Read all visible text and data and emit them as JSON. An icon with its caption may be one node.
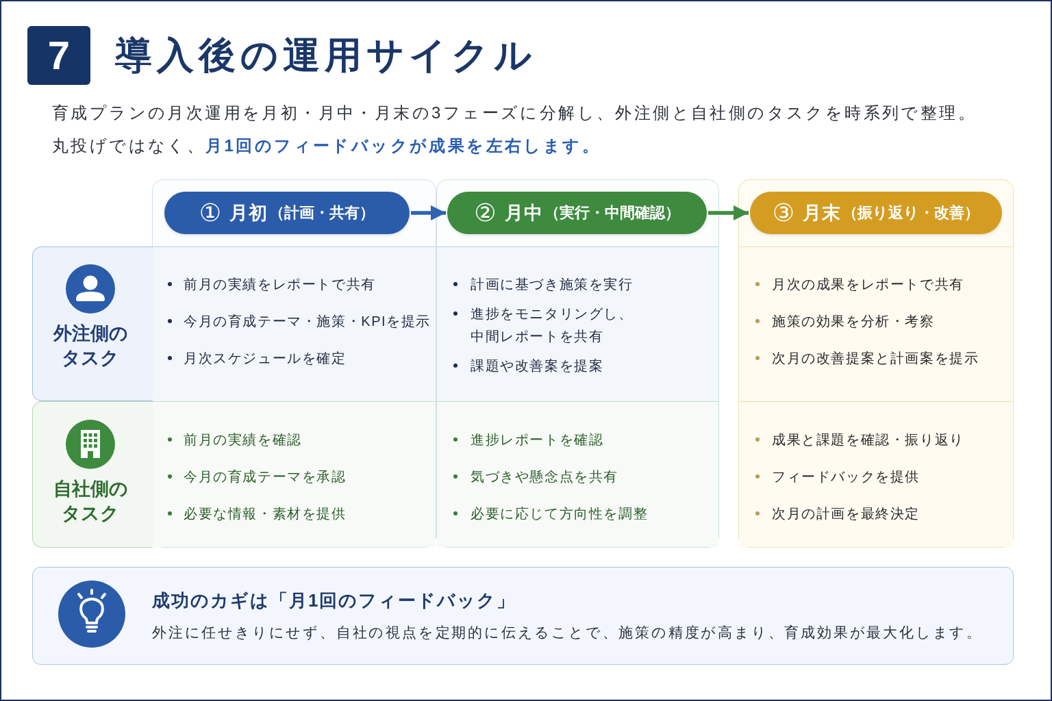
{
  "diagram": {
    "title": "導入後の運用サイクル",
    "nodes": [
      {
        "text": [],
        "shape": "box"
      },
      {
        "text": [
          "①",
          "月初",
          "（計画・共有）"
        ],
        "in": 0
      },
      {
        "text": [],
        "shape": "box"
      },
      {
        "text": [
          "②",
          "月中",
          "（実行・中間確認）"
        ],
        "in": 2
      },
      {
        "text": [],
        "shape": "box"
      },
      {
        "text": [
          "③",
          "月末",
          "（振り返り・改善）"
        ],
        "in": 4
      },
      {
        "text": [
          "外注側のタスク"
        ]
      },
      {
        "text": [
          "前月の実績をレポートで共有",
          "今月の育成テーマ・施策・KPIを提示",
          "月次スケジュールを確定"
        ],
        "in": 0
      },
      {
        "text": [
          "計画に基づき施策を実行",
          "進捗をモニタリングし、中間レポートを共有",
          "課題や改善案を提案"
        ],
        "in": 2
      },
      {
        "text": [
          "月次の成果をレポートで共有",
          "施策の効果を分析・考察",
          "次月の改善提案と計画案を提示"
        ],
        "in": 4
      },
      {
        "text": [
          "自社側のタスク"
        ]
      },
      {
        "text": [
          "前月の実績を確認",
          "今月の育成テーマを承認",
          "必要な情報・素材を提供"
        ],
        "in": 0
      },
      {
        "text": [
          "進捗レポートを確認",
          "気づきや懸念点を共有",
          "必要に応じて方向性を調整"
        ],
        "in": 2
      },
      {
        "text": [
          "成果と課題を確認・振り返り",
          "フィードバックを提供",
          "次月の計画を最終決定"
        ],
        "in": 4
      },
      {
        "text": [
          "成功のカギは「月1回のフィードバック」",
          "外注に任せきりにせず、自社の視点を定期的に伝えることで、施策の精度が高まり、育成効果が最大化します。"
        ]
      }
    ],
    "edges": [
      {
        "from": 1,
        "to": 3,
        "arrow": "to",
        "color": "#2f63b4"
      },
      {
        "from": 3,
        "to": 5,
        "arrow": "to",
        "color": "#3f8b43"
      }
    ],
    "labels": [
      "7",
      "育成プランの月次運用を月初・月中・月末の3フェーズに分解し、外注側と自社側のタスクを時系列で整理。",
      "丸投げではなく、**月1回のフィードバックが成果を左右します。**"
    ]
  }
}
